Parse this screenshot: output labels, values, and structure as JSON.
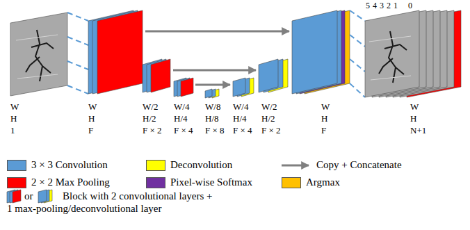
{
  "diagram": {
    "labels": [
      "5",
      "4",
      "3",
      "2",
      "1",
      "0",
      "W",
      "H",
      "1",
      "W",
      "H",
      "F",
      "W/2",
      "H/2",
      "F × 2",
      "W/4",
      "H/4",
      "F × 4",
      "W/8",
      "H/8",
      "F × 8",
      "W/4",
      "H/4",
      "F × 4",
      "W/2",
      "H/2",
      "F × 2",
      "W",
      "H",
      "F",
      "W",
      "H",
      "N+1",
      "or"
    ],
    "legend": [
      {
        "text": "3 × 3 Convolution",
        "color": "#5b9bd5"
      },
      {
        "text": "Deconvolution",
        "color": "#ffff00"
      },
      {
        "text": "Copy + Concatenate"
      },
      {
        "text": "2 × 2 Max Pooling",
        "color": "#ff0000"
      },
      {
        "text": "Pixel-wise Softmax",
        "color": "#7030a0"
      },
      {
        "text": "Argmax",
        "color": "#ffc000"
      },
      {
        "text": "Block with 2 convolutional layers + 1 max-pooling/deconvolutional layer"
      }
    ]
  }
}
